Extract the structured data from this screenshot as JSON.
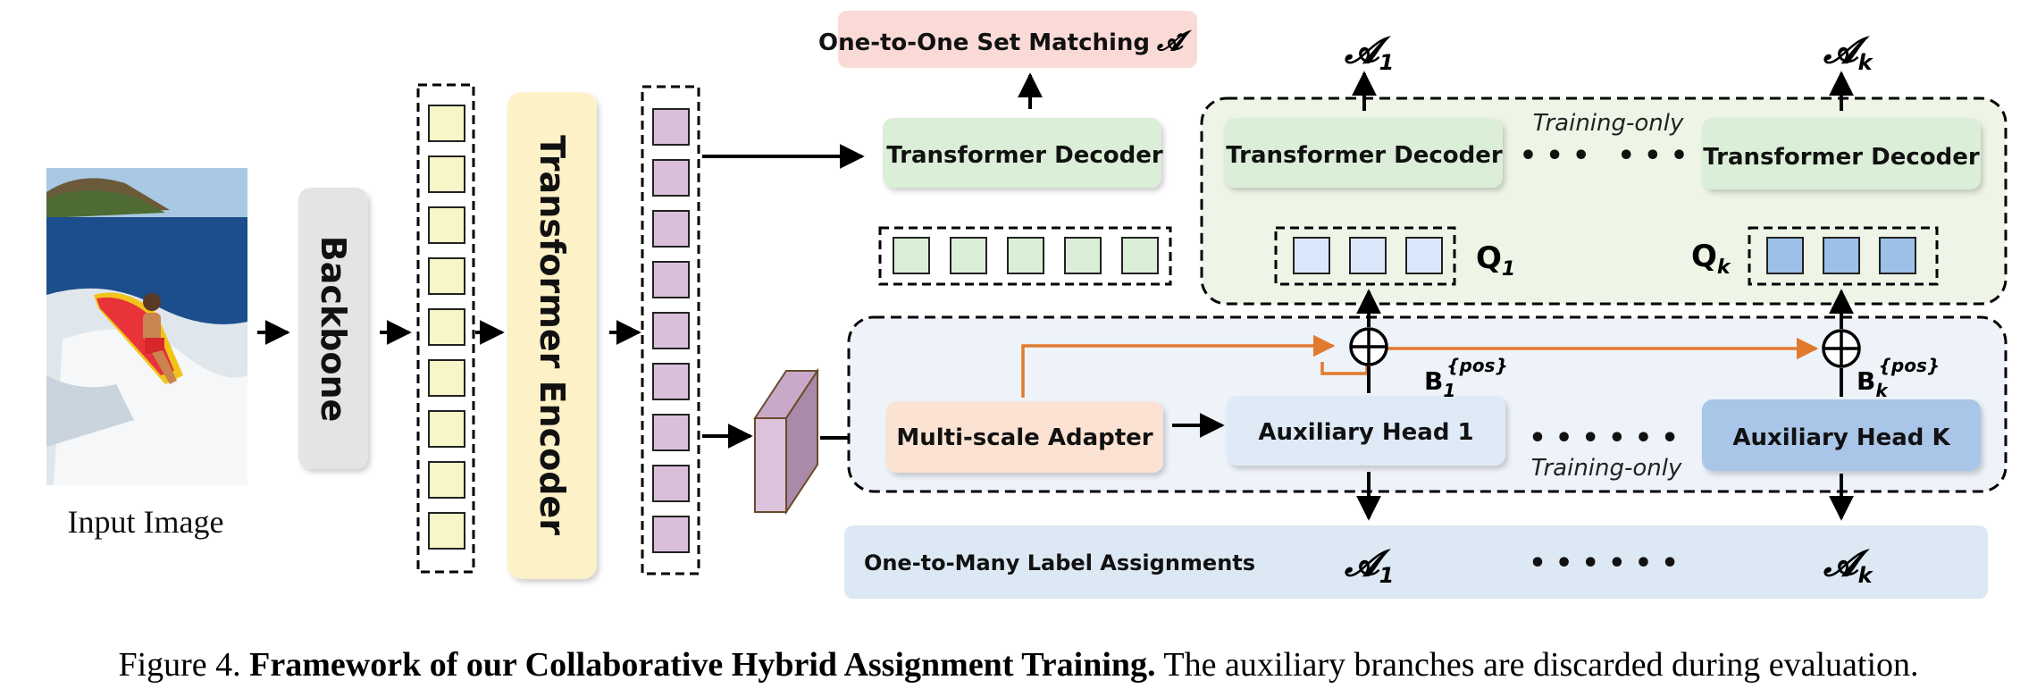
{
  "input_image_label": "Input Image",
  "backbone_label": "Backbone",
  "encoder_label": "Transformer Encoder",
  "one_to_one": {
    "label": "One-to-One Set Matching",
    "symbol": "𝓐̃"
  },
  "main_decoder_label": "Transformer Decoder",
  "aux_decoder_1_label": "Transformer Decoder",
  "aux_decoder_k_label": "Transformer Decoder",
  "training_only_top": "Training-only",
  "training_only_bottom": "Training-only",
  "ellipsis": "• • •   • • •",
  "q1_label": "Q",
  "q1_sub": "1",
  "qk_label": "Q",
  "qk_sub": "k",
  "b1_label": "B",
  "b1_sub": "1",
  "bk_label": "B",
  "bk_sub": "k",
  "pos_sup": "{pos}",
  "a_symbol": "𝓐",
  "a_sub_1": "1",
  "a_sub_k": "k",
  "multi_scale_label": "Multi-scale Adapter",
  "aux_head_1_label": "Auxiliary Head 1",
  "aux_head_k_label": "Auxiliary Head K",
  "one_to_many_label": "One-to-Many Label Assignments",
  "caption": {
    "prefix": "Figure 4.",
    "bold": "Framework of our Collaborative Hybrid Assignment Training.",
    "rest": "The auxiliary branches are discarded during evaluation."
  },
  "colors": {
    "pink": "#fadad7",
    "green": "#dbeed7",
    "aux_green_region": "#eef5e6",
    "blue_region": "#eef3fa",
    "aux_head_1": "#dfeaf7",
    "aux_head_k": "#a9c5e8",
    "q1_square": "#dbe7fb",
    "qk_square": "#9cc0e8",
    "adapter": "#fbe2d2",
    "orange": "#e07a2f",
    "yellow_square": "#f6f6c8",
    "purple_square": "#d9bfd9",
    "encoder": "#fdf1c7",
    "backbone": "#e4e4e6",
    "bottom_bar": "#dce8f4"
  }
}
